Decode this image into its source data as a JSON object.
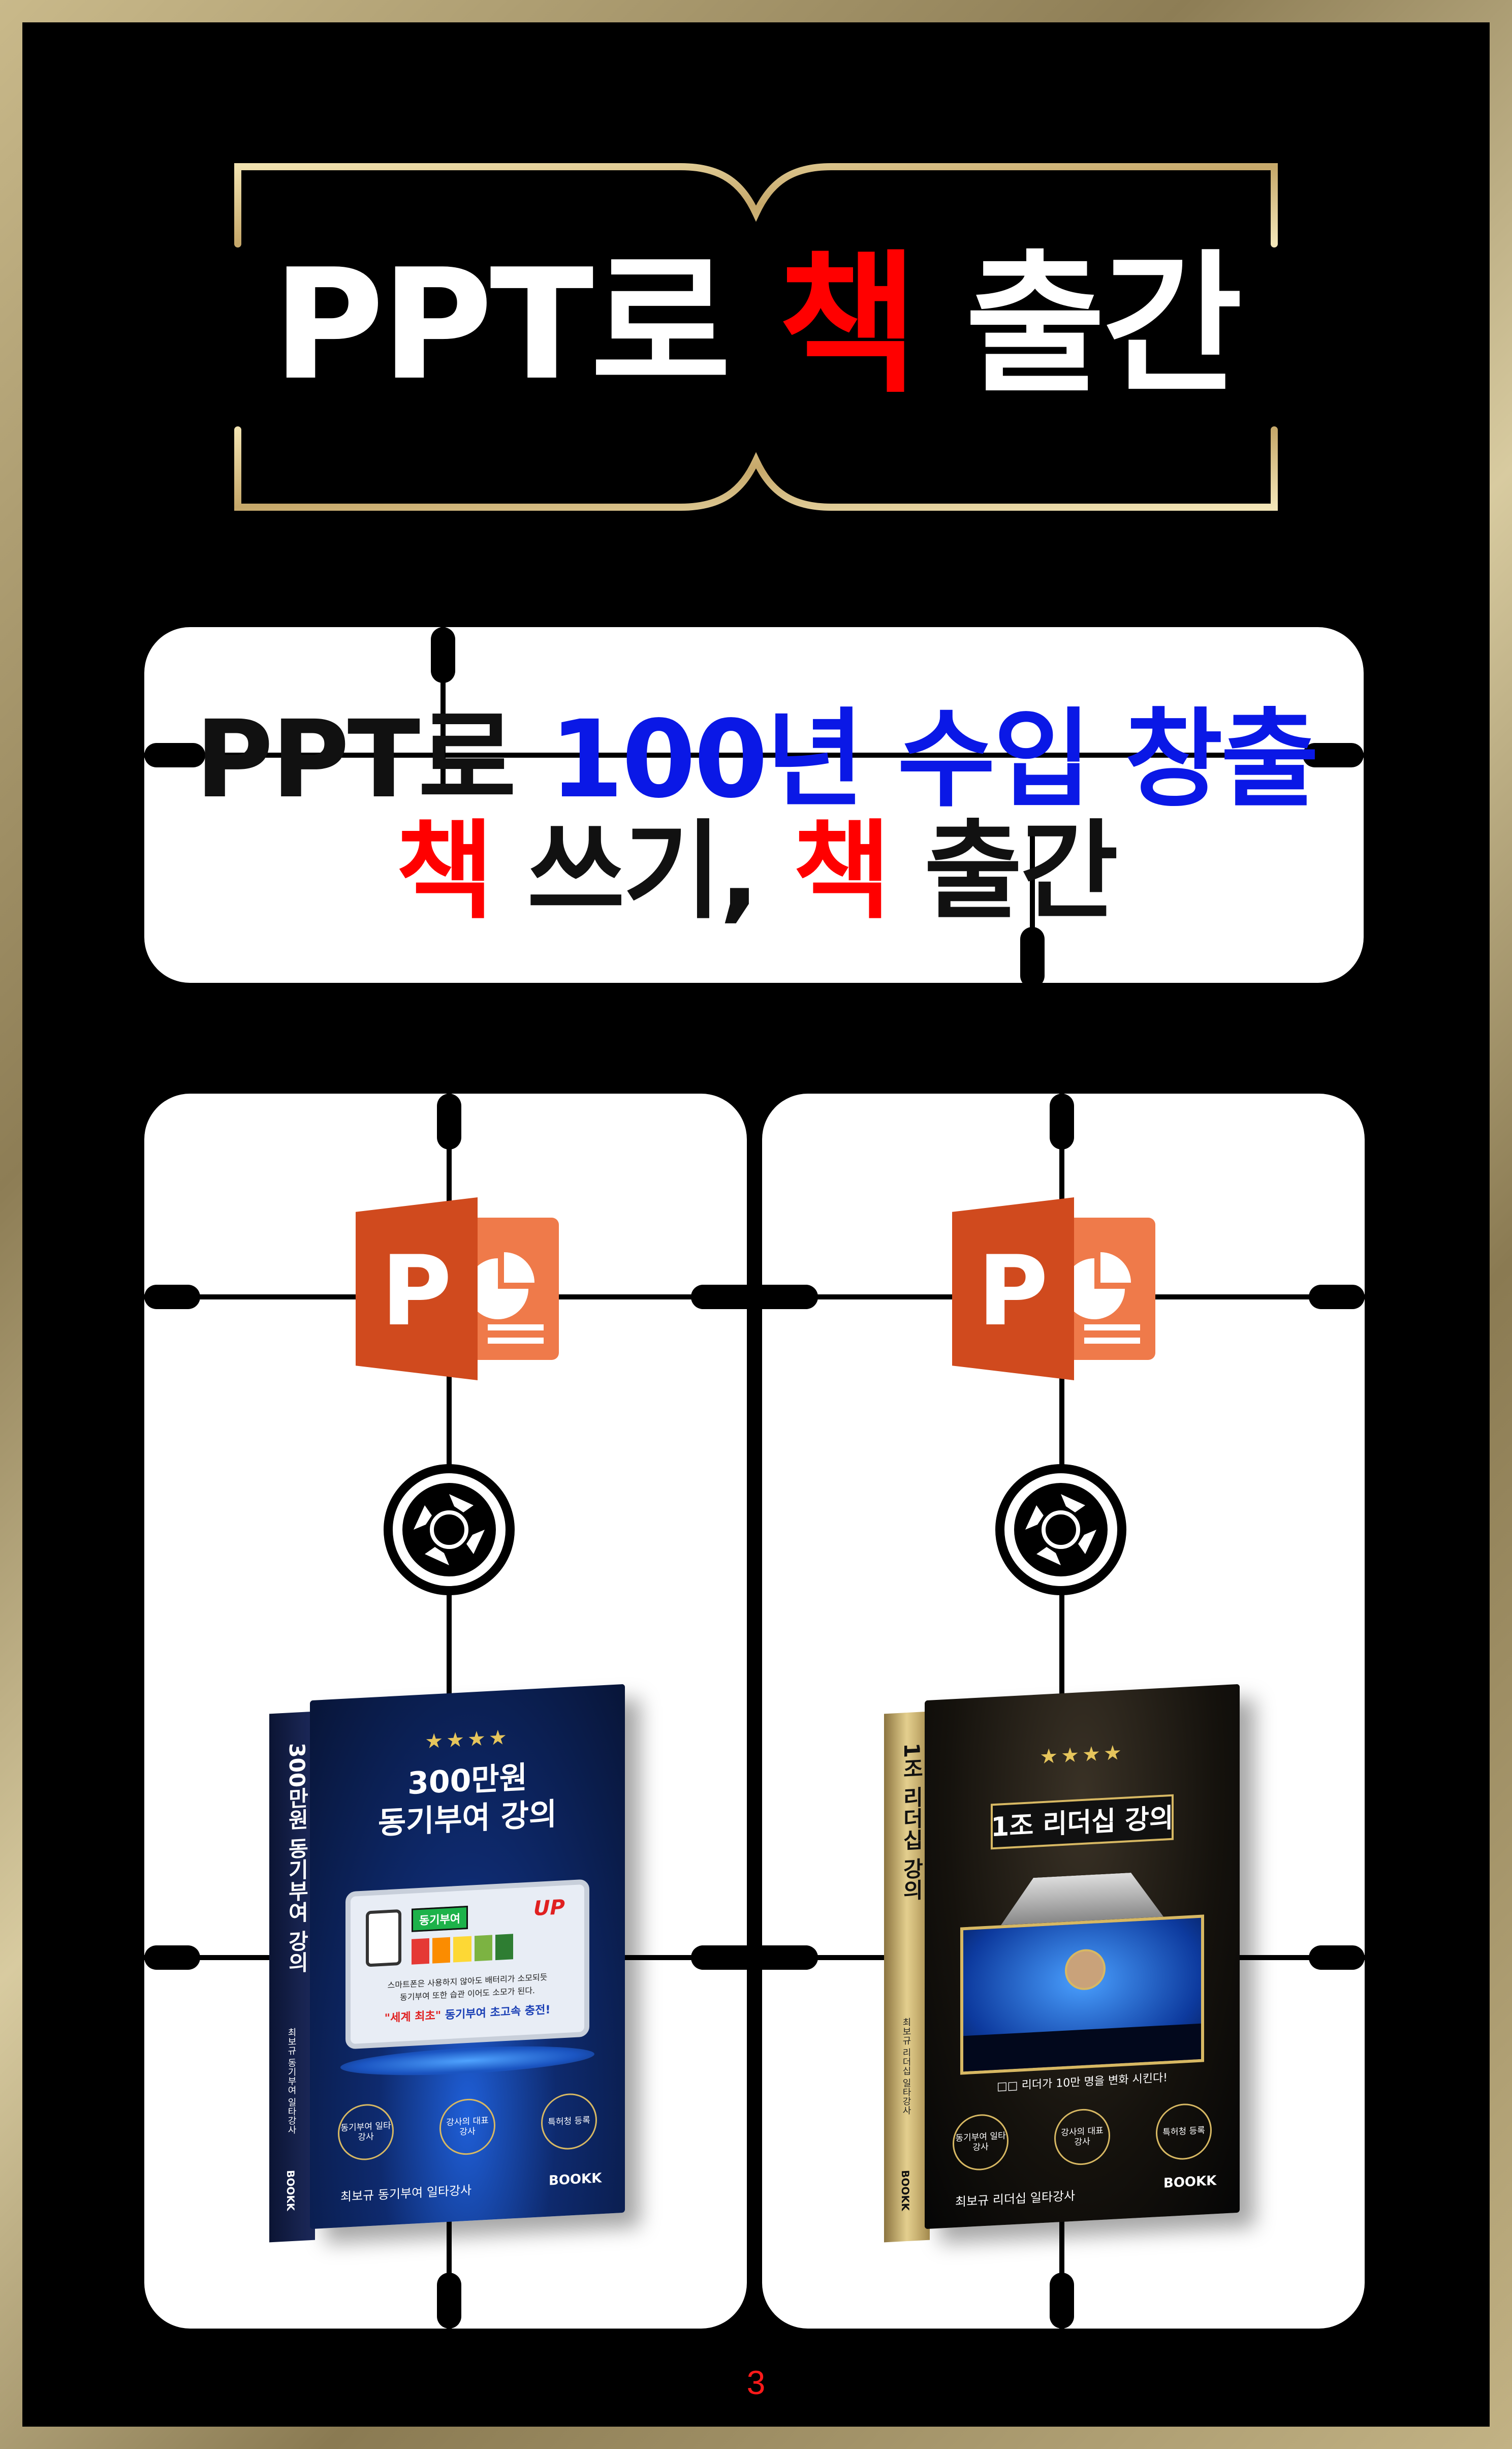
{
  "title": {
    "part1": "PPT로 ",
    "highlight": "책",
    "part2": " 출간"
  },
  "headline": {
    "line1_part1": "PPT로 ",
    "line1_highlight": "100년 수입 창출",
    "line2_hl1": "책",
    "line2_mid": " 쓰기, ",
    "line2_hl2": "책",
    "line2_end": " 출간"
  },
  "left_panel": {
    "icon_letter": "P",
    "book": {
      "title_line1": "300만원",
      "title_line2": "동기부여 강의",
      "spine_title": "300만원 동기부여 강의",
      "spine_sub": "최보규 동기부여 일타강사",
      "screen_tag": "동기부여",
      "screen_up": "UP",
      "screen_line1": "스마트폰은 사용하지 않아도 배터리가 소모되듯",
      "screen_line2": "동기부여 또한 습관 이어도 소모가 된다.",
      "screen_red": "\"세계 최초\"",
      "screen_rest": " 동기부여 초고속 충전!",
      "badge1": "동기부여 일타강사",
      "badge2": "강사의 대표 강사",
      "badge3": "특허청 등록",
      "author": "최보규 동기부여 일타강사",
      "publisher": "BOOKK",
      "spine_publisher": "BOOKK"
    }
  },
  "right_panel": {
    "icon_letter": "P",
    "book": {
      "title": "1조 리더십 강의",
      "spine_title": "1조 리더십 강의",
      "spine_sub": "최보규 리더십 일타강사",
      "screen_caption": "□□ 리더가 10만 명을 변화 시킨다!",
      "badge1": "동기부여 일타강사",
      "badge2": "강사의 대표 강사",
      "badge3": "특허청 등록",
      "author": "최보규 리더십 일타강사",
      "publisher": "BOOKK",
      "spine_publisher": "BOOKK"
    }
  },
  "page_number": "3",
  "colors": {
    "gold": "#d9c38a",
    "red": "#ff0000",
    "blue": "#0a18e6",
    "ppt_dark": "#d04a1e",
    "ppt_light": "#ef7a4a"
  }
}
